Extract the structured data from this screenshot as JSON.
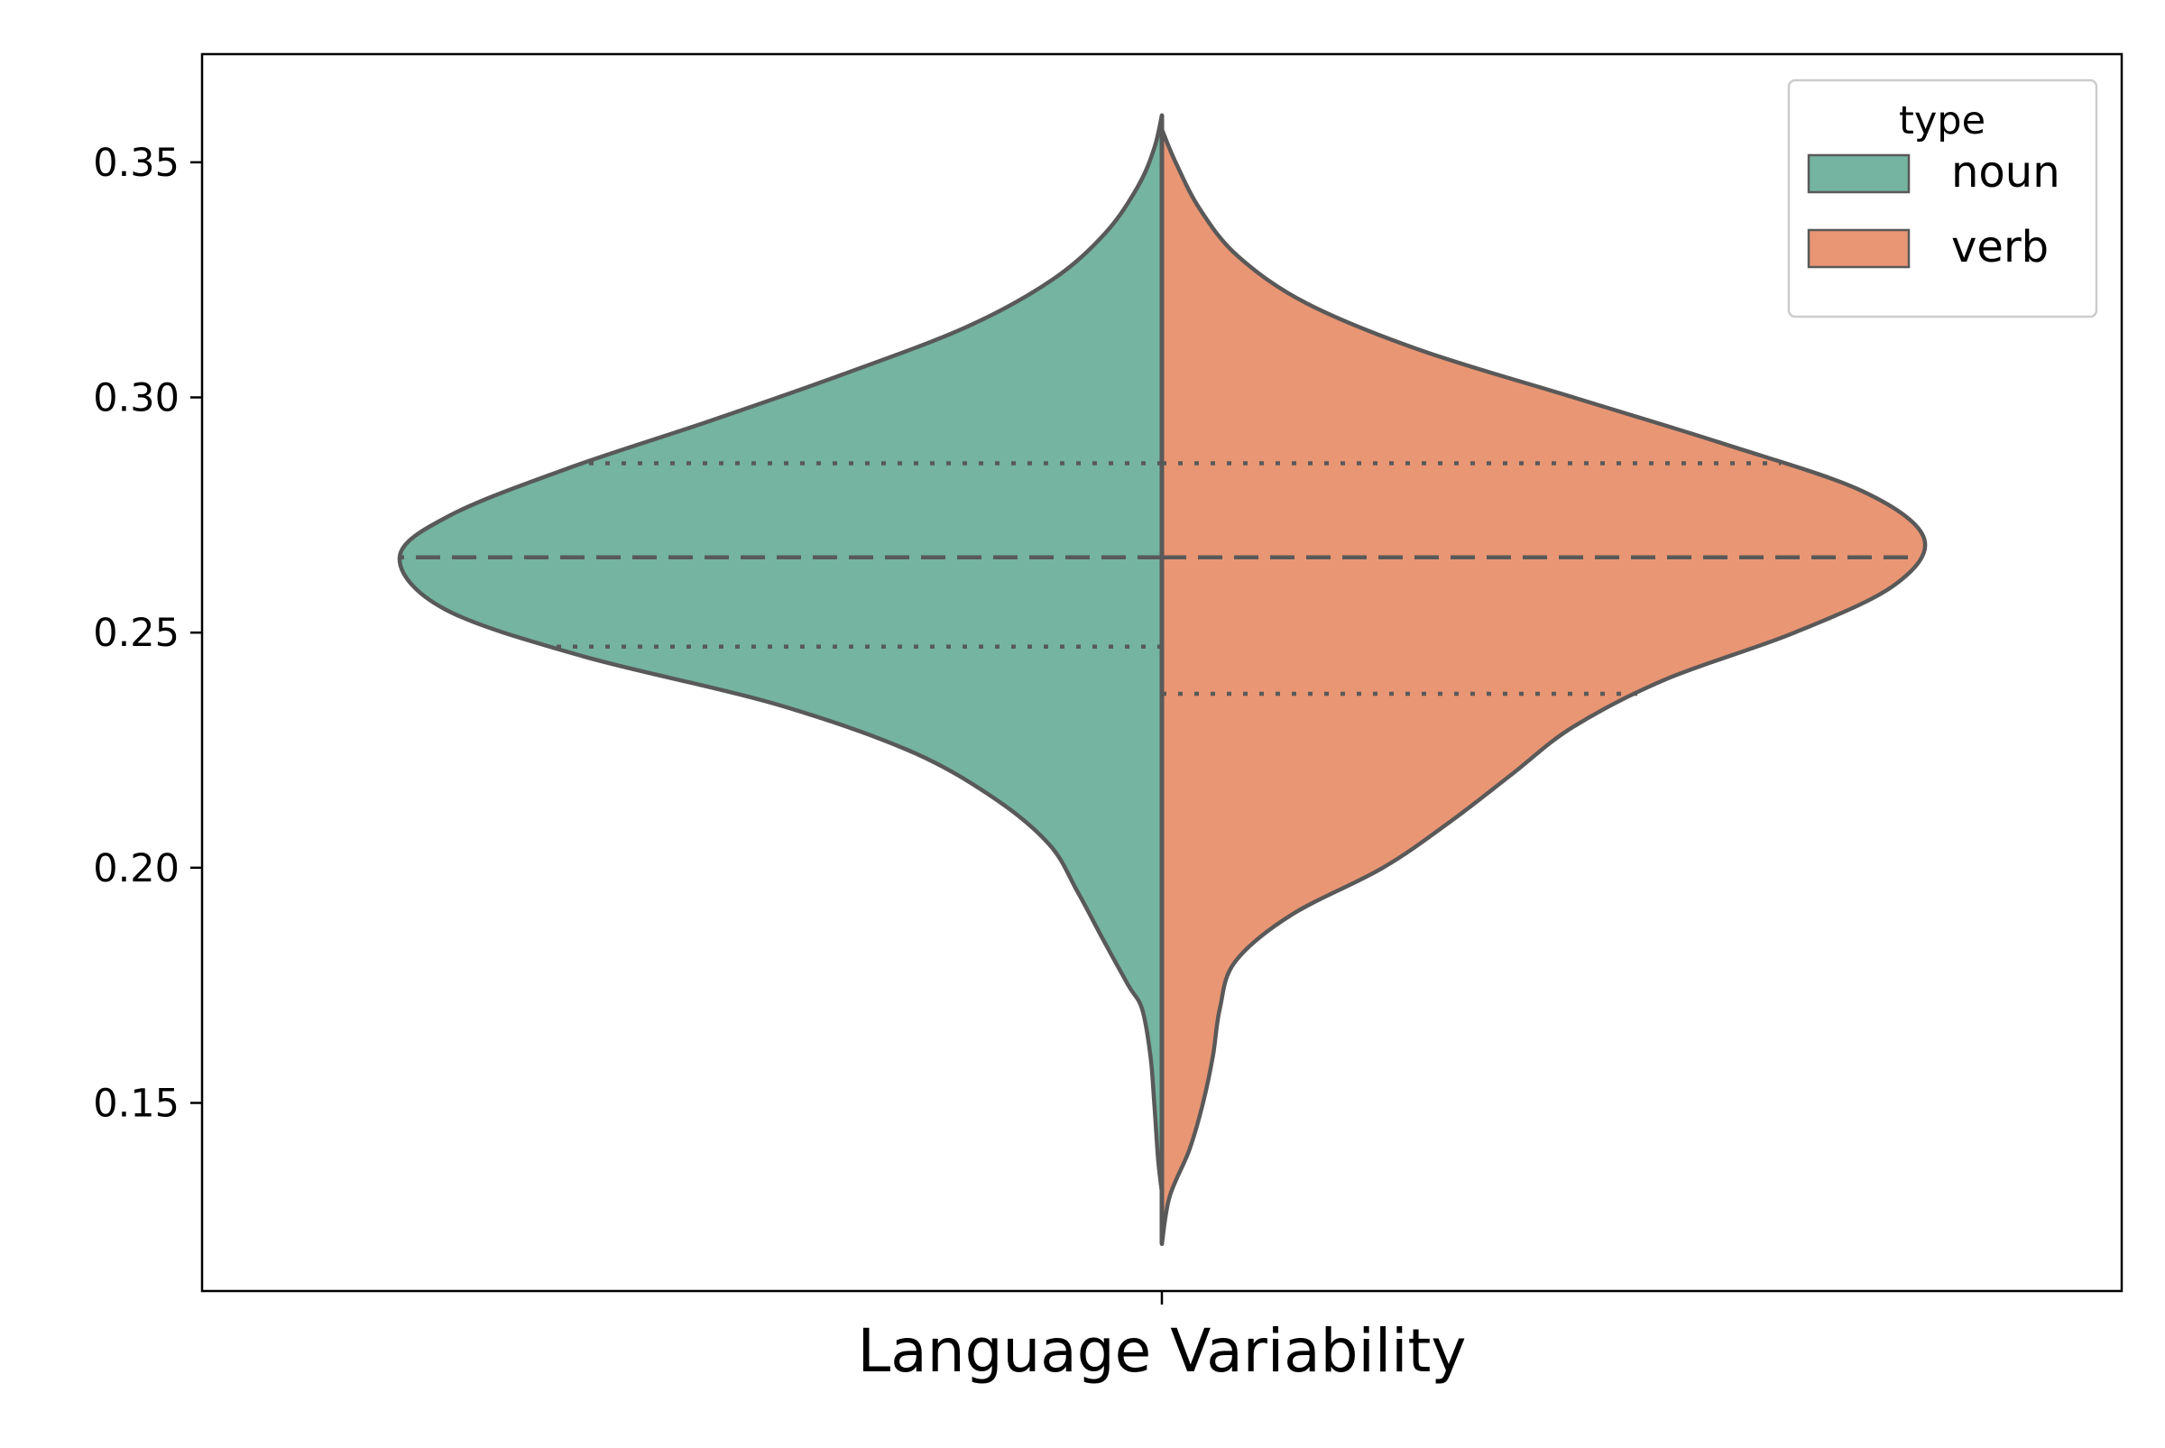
{
  "chart_data": {
    "type": "violin",
    "split": true,
    "xlabel": "",
    "ylabel": "",
    "categories": [
      "Language Variability"
    ],
    "ylim": [
      0.11,
      0.373
    ],
    "yticks": [
      0.15,
      0.2,
      0.25,
      0.3,
      0.35
    ],
    "ytick_labels": [
      "0.15",
      "0.20",
      "0.25",
      "0.30",
      "0.35"
    ],
    "inner": "quartile",
    "grid": false,
    "legend": {
      "title": "type",
      "placement": "top-right",
      "entries": [
        "noun",
        "verb"
      ]
    },
    "series": [
      {
        "name": "noun",
        "color": "#74b4a0",
        "side": "left",
        "y_range": [
          0.131,
          0.36
        ],
        "quartiles": {
          "q1": 0.247,
          "median": 0.266,
          "q3": 0.286
        },
        "density": [
          {
            "y": 0.131,
            "w": 0.0
          },
          {
            "y": 0.138,
            "w": 0.005
          },
          {
            "y": 0.15,
            "w": 0.01
          },
          {
            "y": 0.16,
            "w": 0.015
          },
          {
            "y": 0.17,
            "w": 0.026
          },
          {
            "y": 0.175,
            "w": 0.044
          },
          {
            "y": 0.185,
            "w": 0.078
          },
          {
            "y": 0.195,
            "w": 0.111
          },
          {
            "y": 0.205,
            "w": 0.148
          },
          {
            "y": 0.215,
            "w": 0.222
          },
          {
            "y": 0.225,
            "w": 0.333
          },
          {
            "y": 0.235,
            "w": 0.511
          },
          {
            "y": 0.245,
            "w": 0.76
          },
          {
            "y": 0.255,
            "w": 0.941
          },
          {
            "y": 0.266,
            "w": 1.0
          },
          {
            "y": 0.275,
            "w": 0.933
          },
          {
            "y": 0.285,
            "w": 0.778
          },
          {
            "y": 0.295,
            "w": 0.593
          },
          {
            "y": 0.305,
            "w": 0.417
          },
          {
            "y": 0.315,
            "w": 0.256
          },
          {
            "y": 0.325,
            "w": 0.144
          },
          {
            "y": 0.335,
            "w": 0.074
          },
          {
            "y": 0.345,
            "w": 0.031
          },
          {
            "y": 0.353,
            "w": 0.01
          },
          {
            "y": 0.36,
            "w": 0.0
          }
        ]
      },
      {
        "name": "verb",
        "color": "#e99674",
        "side": "right",
        "y_range": [
          0.12,
          0.357
        ],
        "quartiles": {
          "q1": 0.237,
          "median": 0.266,
          "q3": 0.286
        },
        "density": [
          {
            "y": 0.12,
            "w": 0.0
          },
          {
            "y": 0.13,
            "w": 0.01
          },
          {
            "y": 0.14,
            "w": 0.036
          },
          {
            "y": 0.15,
            "w": 0.054
          },
          {
            "y": 0.16,
            "w": 0.067
          },
          {
            "y": 0.17,
            "w": 0.076
          },
          {
            "y": 0.18,
            "w": 0.096
          },
          {
            "y": 0.19,
            "w": 0.17
          },
          {
            "y": 0.2,
            "w": 0.29
          },
          {
            "y": 0.21,
            "w": 0.38
          },
          {
            "y": 0.22,
            "w": 0.46
          },
          {
            "y": 0.23,
            "w": 0.54
          },
          {
            "y": 0.24,
            "w": 0.66
          },
          {
            "y": 0.25,
            "w": 0.83
          },
          {
            "y": 0.26,
            "w": 0.96
          },
          {
            "y": 0.27,
            "w": 1.0
          },
          {
            "y": 0.28,
            "w": 0.92
          },
          {
            "y": 0.29,
            "w": 0.74
          },
          {
            "y": 0.3,
            "w": 0.54
          },
          {
            "y": 0.31,
            "w": 0.34
          },
          {
            "y": 0.32,
            "w": 0.19
          },
          {
            "y": 0.33,
            "w": 0.1
          },
          {
            "y": 0.34,
            "w": 0.05
          },
          {
            "y": 0.35,
            "w": 0.018
          },
          {
            "y": 0.357,
            "w": 0.0
          }
        ]
      }
    ]
  }
}
